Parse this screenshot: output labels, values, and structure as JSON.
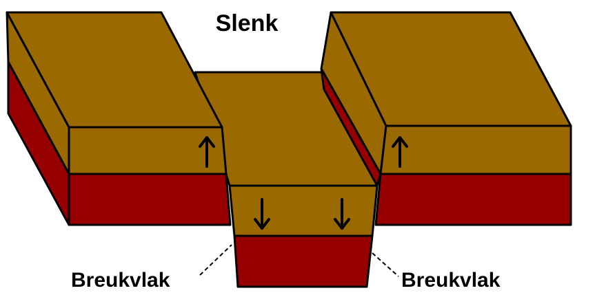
{
  "diagram": {
    "title": "Slenk",
    "labels": {
      "fault_plane_left": "Breukvlak",
      "fault_plane_right": "Breukvlak"
    },
    "colors": {
      "top_layer": "#9A6A00",
      "bottom_layer": "#960000",
      "outline": "#000000",
      "background": "#FFFFFF"
    },
    "arrows": [
      {
        "block": "left-horst",
        "direction": "up"
      },
      {
        "block": "graben",
        "direction": "down"
      },
      {
        "block": "graben",
        "direction": "down"
      },
      {
        "block": "right-horst",
        "direction": "up"
      }
    ]
  }
}
